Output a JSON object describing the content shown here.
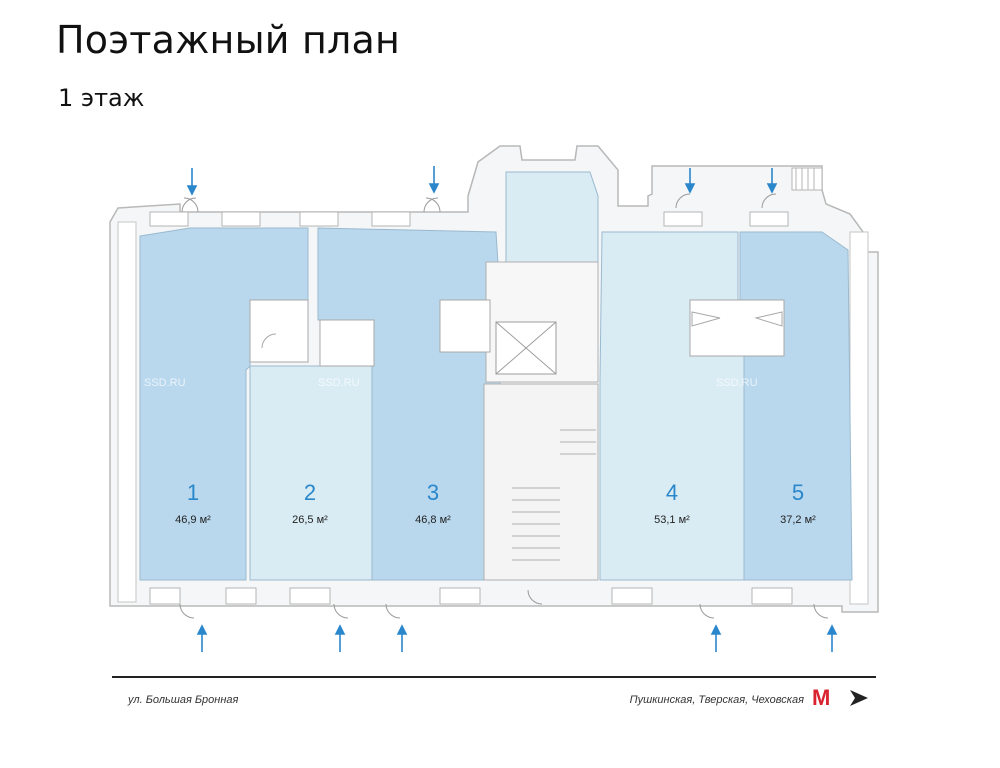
{
  "header": {
    "title": "Поэтажный план",
    "floor": "1 этаж"
  },
  "rooms": [
    {
      "number": "1",
      "area": "46,9 м²"
    },
    {
      "number": "2",
      "area": "26,5 м²"
    },
    {
      "number": "3",
      "area": "46,8 м²"
    },
    {
      "number": "4",
      "area": "53,1 м²"
    },
    {
      "number": "5",
      "area": "37,2 м²"
    }
  ],
  "watermarks": [
    "SSD.RU",
    "SSD.RU",
    "SSD.RU"
  ],
  "footer": {
    "street": "ул. Большая Бронная",
    "metro_stations": "Пушкинская, Тверская, Чеховская",
    "metro_logo": "М"
  },
  "colors": {
    "room_blue": "#b9d8ee",
    "room_light": "#d9ecf4",
    "wall": "#ffffff",
    "wall_stroke": "#b8b8b8",
    "arrow": "#2a87cc",
    "metro_red": "#d9232e"
  },
  "icons": [
    "entrance-arrow-icon",
    "door-icon",
    "metro-logo-icon",
    "direction-arrow-icon"
  ]
}
